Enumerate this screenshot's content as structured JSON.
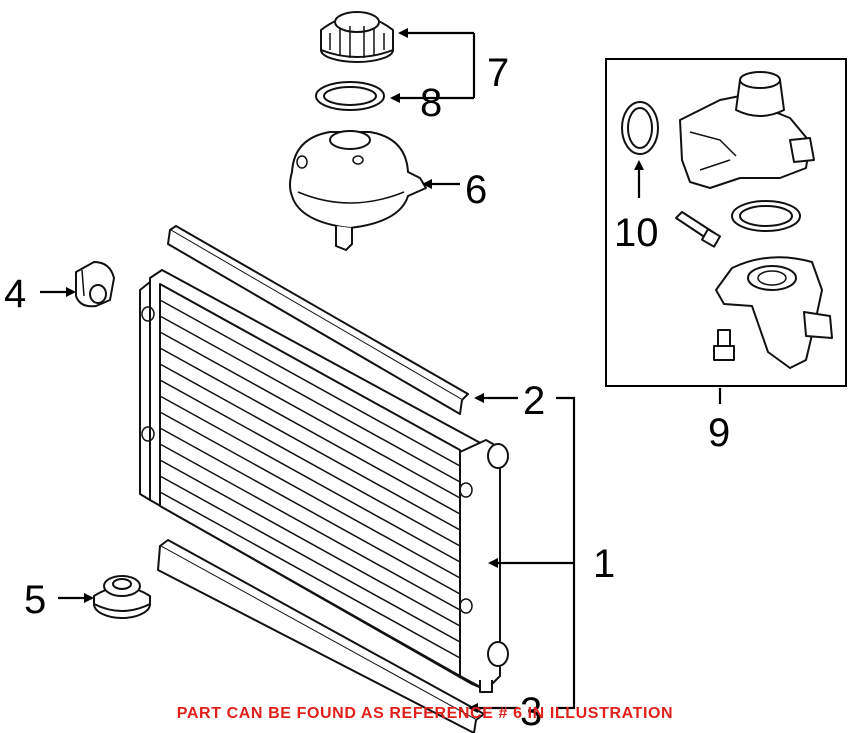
{
  "callouts": {
    "c1": "1",
    "c2": "2",
    "c3": "3",
    "c4": "4",
    "c5": "5",
    "c6": "6",
    "c7": "7",
    "c8": "8",
    "c9": "9",
    "c10": "10"
  },
  "footer_note": "PART CAN BE FOUND AS REFERENCE # 6 IN ILLUSTRATION",
  "colors": {
    "footer": "#e0201b",
    "line": "#000000"
  }
}
